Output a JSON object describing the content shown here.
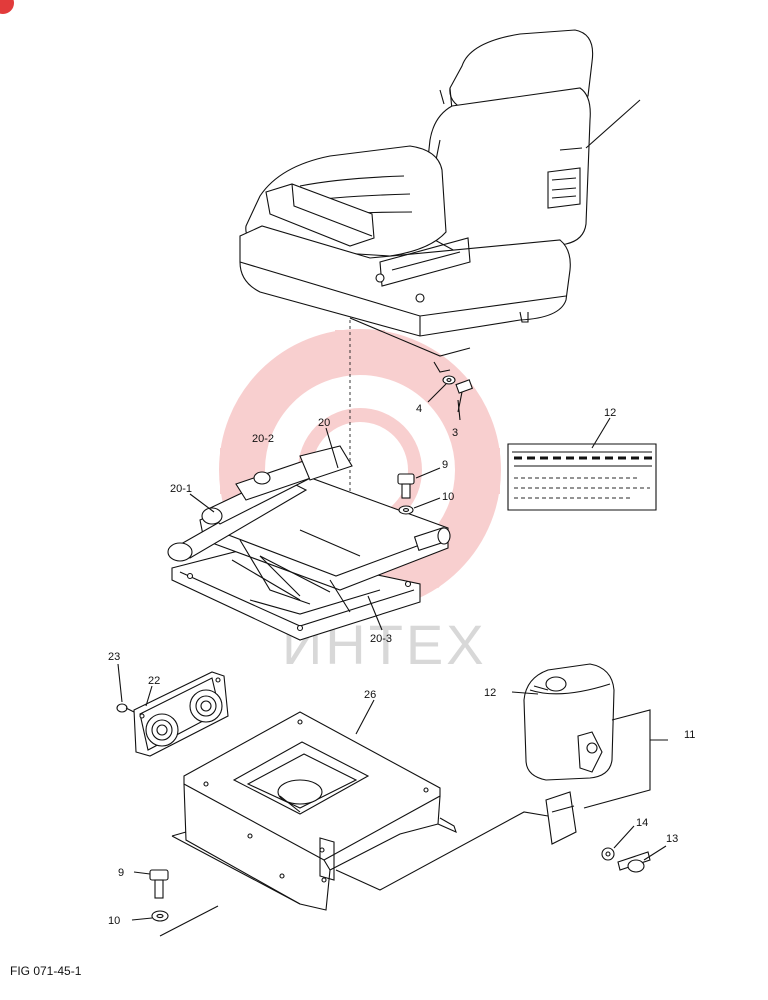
{
  "figure": {
    "caption": "FIG 071-45-1",
    "watermark": "ИНТЕХ"
  },
  "labels": {
    "p3": "3",
    "p4": "4",
    "p9a": "9",
    "p10a": "10",
    "p12a": "12",
    "p20": "20",
    "p20_1": "20-1",
    "p20_2": "20-2",
    "p20_3": "20-3",
    "p22": "22",
    "p23": "23",
    "p26": "26",
    "p12b": "12",
    "p11": "11",
    "p14": "14",
    "p13": "13",
    "p9b": "9",
    "p10b": "10"
  },
  "colors": {
    "line": "#111111",
    "watermark": "#f3b5b5",
    "corner_badge": "#e23b3b"
  }
}
